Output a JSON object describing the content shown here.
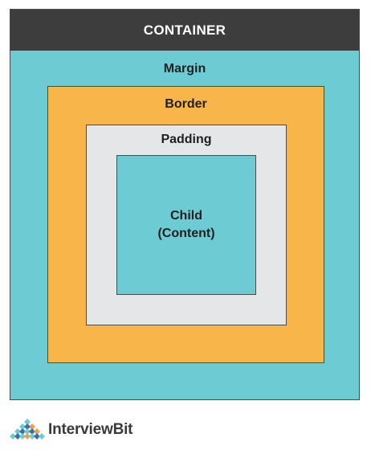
{
  "diagram": {
    "header": "CONTAINER",
    "margin_label": "Margin",
    "border_label": "Border",
    "padding_label": "Padding",
    "child_line1": "Child",
    "child_line2": "(Content)"
  },
  "brand": {
    "name": "InterviewBit",
    "logo_icon": "interviewbit-logo-icon"
  },
  "colors": {
    "header": "#3d3d3d",
    "margin": "#6dcbd3",
    "border": "#f8b54a",
    "padding": "#e5e6e8",
    "content": "#6dcbd3"
  }
}
